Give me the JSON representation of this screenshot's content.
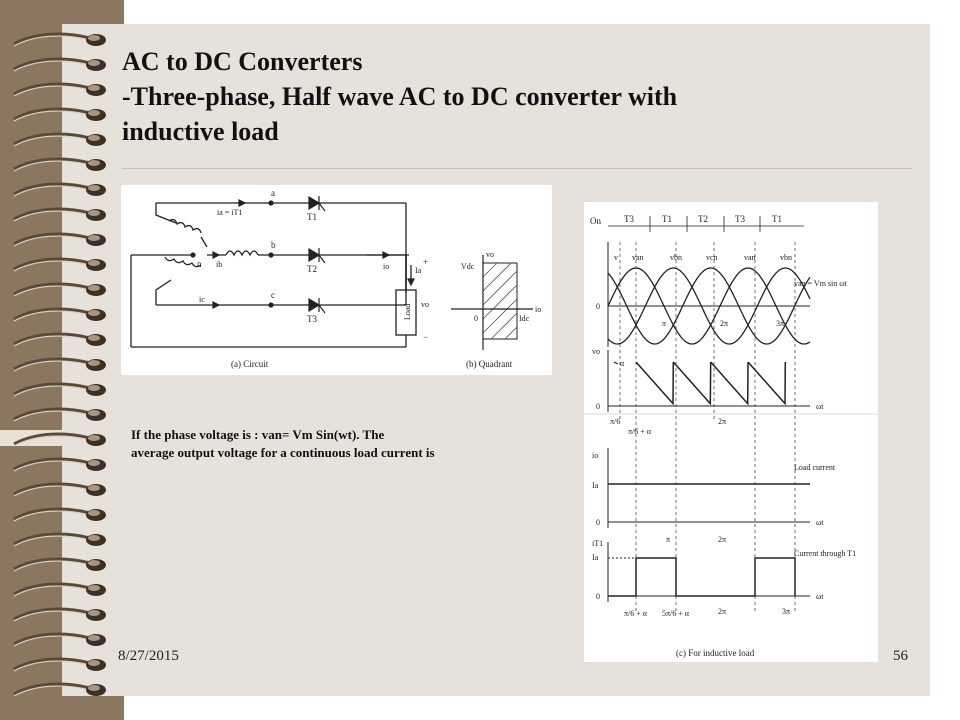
{
  "slide": {
    "title_line1": "AC to DC Converters",
    "title_line2": "-Three-phase, Half wave AC to DC converter with",
    "title_line3": "inductive load",
    "caption_line1": "If the phase voltage is : van= Vm Sin(wt). The",
    "caption_line2": "average output voltage for a continuous load current is",
    "date": "8/27/2015",
    "page_number": "56"
  },
  "circuit": {
    "node_a": "a",
    "node_b": "b",
    "node_c": "c",
    "node_n": "n",
    "current_a": "ia = iT1",
    "current_b": "ib",
    "current_c": "ic",
    "thyristor_1": "T1",
    "thyristor_2": "T2",
    "thyristor_3": "T3",
    "output_current": "io",
    "load_current": "Ia",
    "plus": "+",
    "minus": "−",
    "output_voltage": "vo",
    "load_label": "Load",
    "caption": "(a) Circuit"
  },
  "quadrant": {
    "y_axis": "vo",
    "x_axis": "io",
    "vdc": "Vdc",
    "idc": "Idc",
    "origin": "0",
    "caption": "(b) Quadrant"
  },
  "waveforms": {
    "on_label": "On",
    "conduction_sequence": [
      "T3",
      "T1",
      "T2",
      "T3",
      "T1"
    ],
    "v_label": "v",
    "phase_labels": [
      "van",
      "vbn",
      "vcn",
      "van",
      "vbn"
    ],
    "equation": "van = Vm sin ωt",
    "zero": "0",
    "pi": "π",
    "two_pi": "2π",
    "three_pi": "3π",
    "omega_t": "ωt",
    "vo_label": "vo",
    "alpha": "α",
    "pi_over_6": "π/6",
    "pi_over_6_plus_alpha": "π/6 + α",
    "five_pi_over_6_plus_alpha": "5π/6 + α",
    "io_label": "io",
    "ia_label": "Ia",
    "load_current_label": "Load current",
    "it1_label": "iT1",
    "current_through_label": "Current through T1",
    "caption": "(c) For inductive load"
  }
}
